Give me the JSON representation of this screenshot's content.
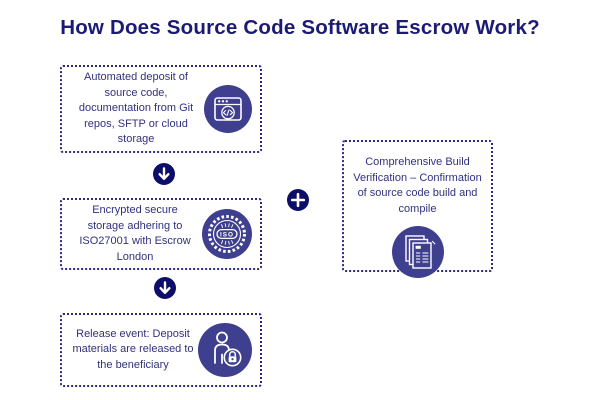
{
  "title": "How Does Source Code Software Escrow Work?",
  "colors": {
    "title_navy": "#1b1b75",
    "body_text": "#31317f",
    "dotted_border": "#2a2a7e",
    "icon_circle_bg": "#3f3f90",
    "connector_bg": "#0d0d6a",
    "icon_stroke": "#ffffff",
    "background": "#ffffff"
  },
  "steps": [
    {
      "text": "Automated deposit of source code, documentation from Git repos, SFTP or cloud storage",
      "icon": "code-window-icon"
    },
    {
      "text": "Encrypted secure storage adhering to ISO27001 with Escrow London",
      "icon": "iso-badge-icon"
    },
    {
      "text": "Release event: Deposit materials are released to the beneficiary",
      "icon": "person-lock-icon"
    }
  ],
  "side_step": {
    "text": "Comprehensive Build Verification – Confirmation of source code build and compile",
    "icon": "documents-icon"
  },
  "connectors": {
    "between_steps": "arrow-down-icon",
    "to_side_step": "plus-icon"
  },
  "iso_label": "ISO"
}
